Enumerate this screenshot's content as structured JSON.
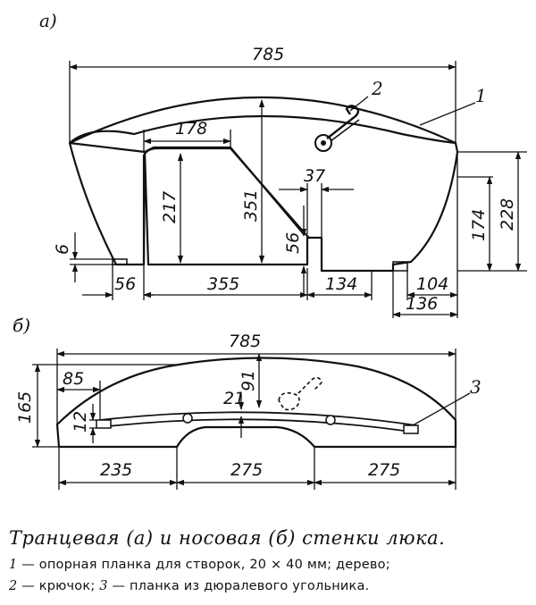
{
  "panel_a": {
    "tag": "а)",
    "dims": {
      "overall_width": "785",
      "top_left_width": "178",
      "opening_height": "217",
      "center_height": "351",
      "notch_width": "37",
      "notch_height": "56",
      "base_offset": "6",
      "left_base": "56",
      "base_width": "355",
      "mid_base": "134",
      "right_foot": "104",
      "right_base": "136",
      "right_inner_height": "174",
      "right_total_height": "228"
    },
    "callouts": {
      "hook": "2",
      "plank": "1"
    }
  },
  "panel_b": {
    "tag": "б)",
    "dims": {
      "overall_width": "785",
      "left_end": "85",
      "total_height": "165",
      "plank_height": "12",
      "arc_gap": "91",
      "rib": "21",
      "seg_left": "235",
      "seg_mid": "275",
      "seg_right": "275"
    },
    "callouts": {
      "angle_plank": "3"
    }
  },
  "caption": "Транцевая (а) и носовая (б) стенки люка.",
  "legend": {
    "item1_num": "1",
    "item1_text": " — опорная планка для створок, 20 × 40 мм; дерево;",
    "item2_num": "2",
    "item2_text": " — крючок; ",
    "item3_num": "3",
    "item3_text": " — планка из дюралевого угольника."
  }
}
